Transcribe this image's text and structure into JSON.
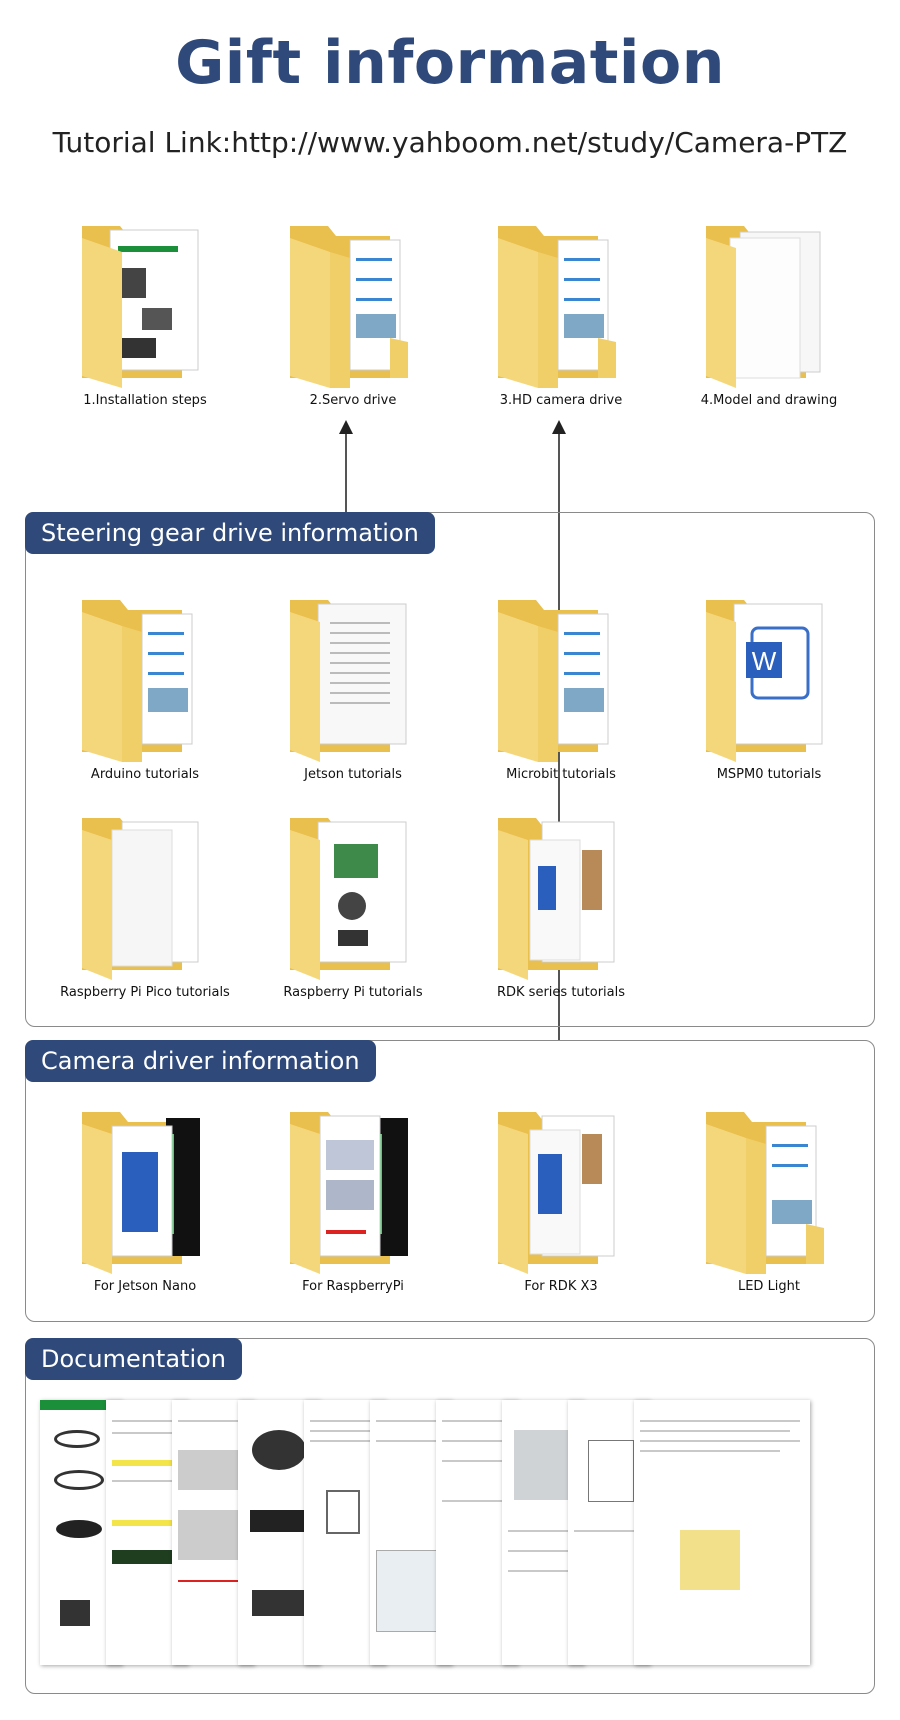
{
  "page": {
    "title": "Gift information",
    "tutorial_link": "Tutorial Link:http://www.yahboom.net/study/Camera-PTZ"
  },
  "top_folders": [
    {
      "label": "1.Installation steps",
      "icon": "folder-with-document-icon"
    },
    {
      "label": "2.Servo drive",
      "icon": "folder-icon"
    },
    {
      "label": "3.HD camera drive",
      "icon": "folder-icon"
    },
    {
      "label": "4.Model and drawing",
      "icon": "folder-icon"
    }
  ],
  "sections": {
    "steering": {
      "title": "Steering gear drive information",
      "folders": [
        {
          "label": "Arduino tutorials"
        },
        {
          "label": "Jetson tutorials"
        },
        {
          "label": "Microbit tutorials"
        },
        {
          "label": "MSPM0 tutorials"
        },
        {
          "label": "Raspberry Pi Pico tutorials"
        },
        {
          "label": "Raspberry Pi tutorials"
        },
        {
          "label": "RDK series tutorials"
        }
      ]
    },
    "camera": {
      "title": "Camera driver information",
      "folders": [
        {
          "label": "For Jetson Nano"
        },
        {
          "label": "For RaspberryPi"
        },
        {
          "label": "For RDK X3"
        },
        {
          "label": "LED Light"
        }
      ]
    },
    "documentation": {
      "title": "Documentation"
    }
  },
  "colors": {
    "accent": "#2f4a7a",
    "folder": "#f5d77b",
    "folder_dark": "#e9bf4e",
    "border": "#8a8a8a"
  }
}
